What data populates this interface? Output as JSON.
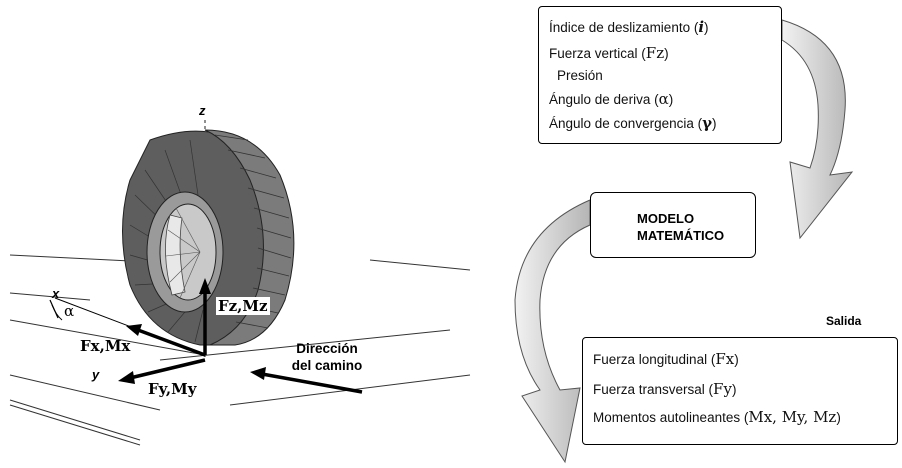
{
  "inputs": {
    "lines": [
      {
        "text": "Índice de deslizamiento",
        "symbol": "i"
      },
      {
        "text": "Fuerza vertical",
        "symbol": "Fz"
      },
      {
        "text": "Presión",
        "symbol": ""
      },
      {
        "text": "Ángulo de deriva",
        "symbol": "α"
      },
      {
        "text": "Ángulo de convergencia",
        "symbol": "γ"
      }
    ]
  },
  "model": {
    "line1": "MODELO",
    "line2": "MATEMÁTICO"
  },
  "output_title": "Salida",
  "outputs": {
    "lines": [
      {
        "text": "Fuerza longitudinal",
        "symbol": "Fx"
      },
      {
        "text": "Fuerza transversal",
        "symbol": "Fy"
      },
      {
        "text": "Momentos autolineantes",
        "symbol": "Mx, My, Mz"
      }
    ]
  },
  "tire_labels": {
    "z_axis": "z",
    "x_axis": "x",
    "y_axis": "y",
    "alpha": "α",
    "fz_mz": "Fz,Mz",
    "fx_mx": "Fx,Mx",
    "fy_my": "Fy,My",
    "direction_line1": "Dirección",
    "direction_line2": "del camino"
  },
  "colors": {
    "tire_dark": "#6b6b6b",
    "tire_mid": "#8a8a8a",
    "tire_light": "#b8b8b8",
    "arrow_fill": "#c8c8c8"
  }
}
